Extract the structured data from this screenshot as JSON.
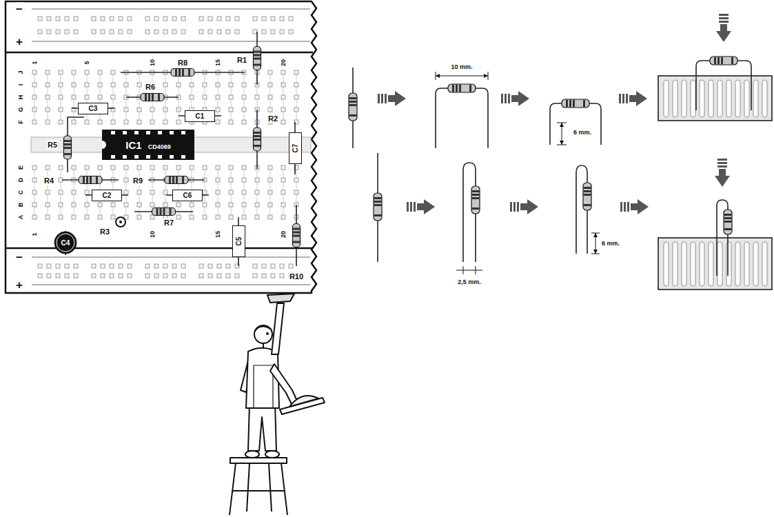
{
  "diagram": {
    "nodes": [
      {
        "text": [
          "C3"
        ]
      },
      {
        "text": [
          "C1"
        ]
      },
      {
        "text": [
          "C7"
        ]
      },
      {
        "text": [
          "IC1",
          "CD4069"
        ]
      },
      {
        "text": [
          "C2"
        ]
      },
      {
        "text": [
          "C6"
        ]
      },
      {
        "text": [
          "C5"
        ]
      },
      {
        "text": [
          "C4"
        ]
      }
    ],
    "labels": [
      "−",
      "+",
      "1",
      "5",
      "10",
      "15",
      "20",
      "J",
      "I",
      "H",
      "G",
      "F",
      "R8",
      "R1",
      "R6",
      "R2",
      "R5",
      "E",
      "D",
      "C",
      "B",
      "A",
      "R4",
      "R9",
      "R7",
      "R3",
      "1",
      "10",
      "15",
      "20",
      "−",
      "+",
      "R10",
      "10 mm.",
      "6 mm.",
      "2,5 mm.",
      "6 mm."
    ]
  }
}
